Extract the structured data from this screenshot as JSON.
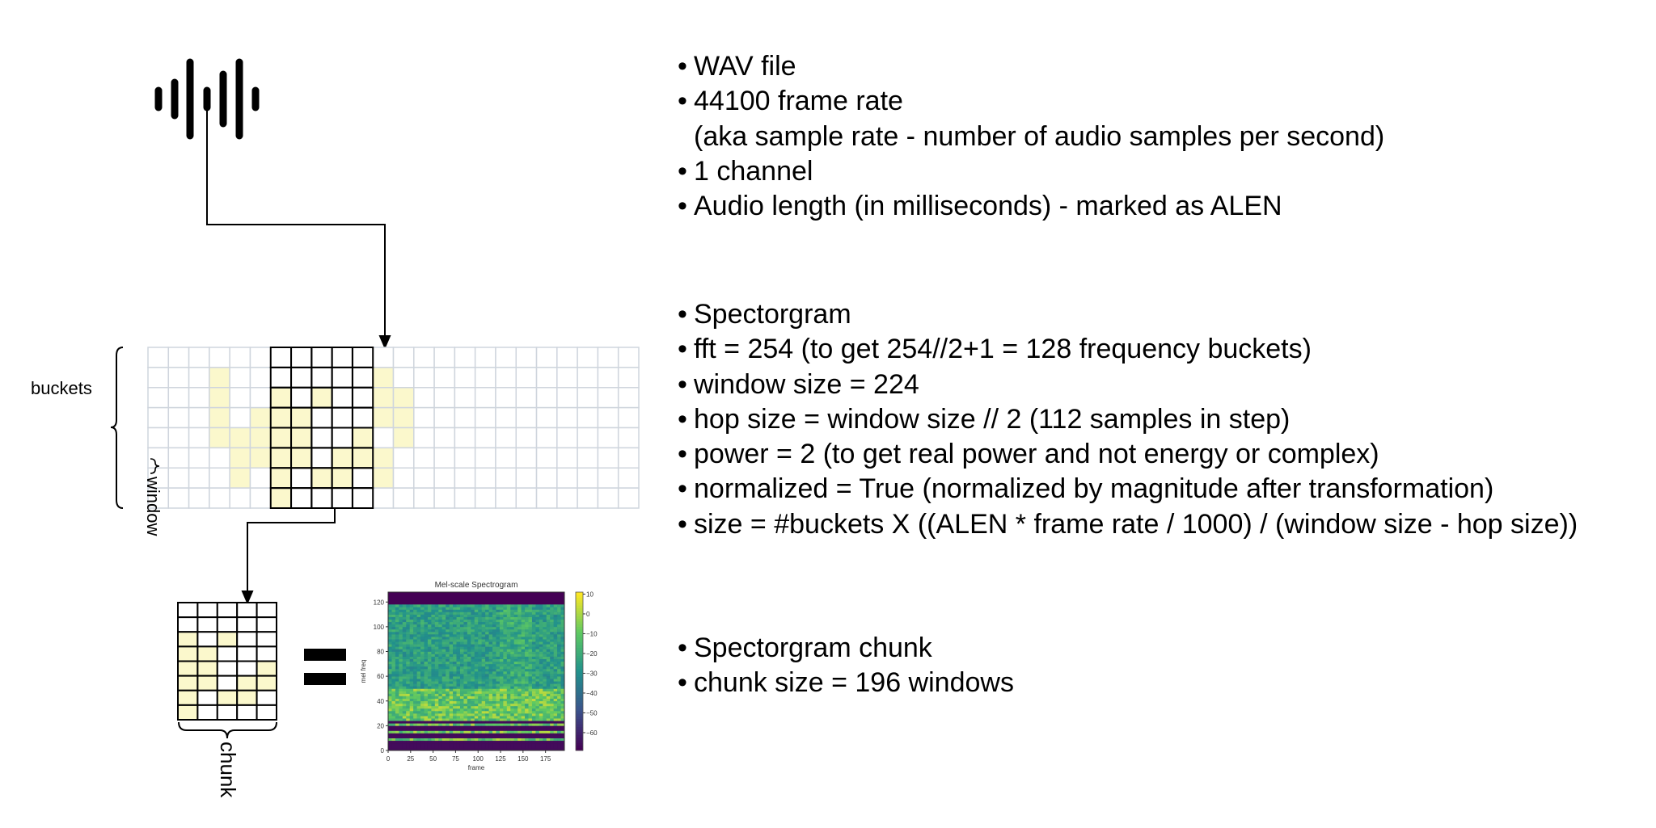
{
  "labels": {
    "buckets": "buckets",
    "window": "window",
    "chunk": "chunk"
  },
  "bullet_char": "•",
  "sections": [
    {
      "items": [
        {
          "text": "WAV file"
        },
        {
          "text": "44100 frame rate"
        },
        {
          "text": "(aka sample rate - number of audio samples per second)",
          "continuation": true
        },
        {
          "text": "1 channel"
        },
        {
          "text": "Audio length (in milliseconds) - marked as ALEN"
        }
      ]
    },
    {
      "items": [
        {
          "text": "Spectorgram"
        },
        {
          "text": "fft = 254 (to get 254//2+1 = 128 frequency buckets)"
        },
        {
          "text": "window size = 224"
        },
        {
          "text": "hop size = window size // 2 (112 samples in step)"
        },
        {
          "text": "power = 2 (to get real power and not energy or complex)"
        },
        {
          "text": "normalized = True (normalized by magnitude after transformation)"
        },
        {
          "text": "size = #buckets X ((ALEN * frame rate / 1000) / (window size - hop size))"
        }
      ]
    },
    {
      "items": [
        {
          "text": "Spectorgram chunk"
        },
        {
          "text": "chunk size = 196 windows"
        }
      ]
    }
  ],
  "grid": {
    "columns": 24,
    "rows": 8,
    "window_start_col": 6,
    "window_cols": 5,
    "highlight_color": "#fbf8cc",
    "highlighted": [
      [
        1,
        3
      ],
      [
        2,
        3
      ],
      [
        3,
        3
      ],
      [
        4,
        3
      ],
      [
        4,
        4
      ],
      [
        5,
        4
      ],
      [
        6,
        4
      ],
      [
        3,
        5
      ],
      [
        4,
        5
      ],
      [
        5,
        5
      ],
      [
        2,
        6
      ],
      [
        3,
        6
      ],
      [
        4,
        6
      ],
      [
        5,
        6
      ],
      [
        6,
        6
      ],
      [
        7,
        6
      ],
      [
        3,
        7
      ],
      [
        4,
        7
      ],
      [
        5,
        7
      ],
      [
        2,
        8
      ],
      [
        6,
        8
      ],
      [
        5,
        9
      ],
      [
        6,
        9
      ],
      [
        4,
        10
      ],
      [
        5,
        10
      ],
      [
        1,
        11
      ],
      [
        2,
        11
      ],
      [
        3,
        11
      ],
      [
        5,
        11
      ],
      [
        6,
        11
      ],
      [
        2,
        12
      ],
      [
        3,
        12
      ],
      [
        4,
        12
      ]
    ]
  },
  "chart_data": {
    "type": "heatmap",
    "title": "Mel-scale Spectrogram",
    "xlabel": "frame",
    "ylabel": "mel freq",
    "xlim": [
      0,
      196
    ],
    "ylim": [
      0,
      128
    ],
    "xticks": [
      "0",
      "25",
      "50",
      "75",
      "100",
      "125",
      "150",
      "175"
    ],
    "xtick_values": [
      0,
      25,
      50,
      75,
      100,
      125,
      150,
      175
    ],
    "yticks": [
      "0",
      "20",
      "40",
      "60",
      "80",
      "100",
      "120"
    ],
    "ytick_values": [
      0,
      20,
      40,
      60,
      80,
      100,
      120
    ],
    "colorbar_ticks": [
      "10",
      "0",
      "−10",
      "−20",
      "−30",
      "−40",
      "−50",
      "−60"
    ],
    "colorbar_values": [
      10,
      0,
      -10,
      -20,
      -30,
      -40,
      -50,
      -60
    ],
    "colorbar_range": [
      -69,
      11
    ],
    "colormap": [
      "#440154",
      "#3b528b",
      "#21918c",
      "#5ec962",
      "#fde725"
    ]
  }
}
